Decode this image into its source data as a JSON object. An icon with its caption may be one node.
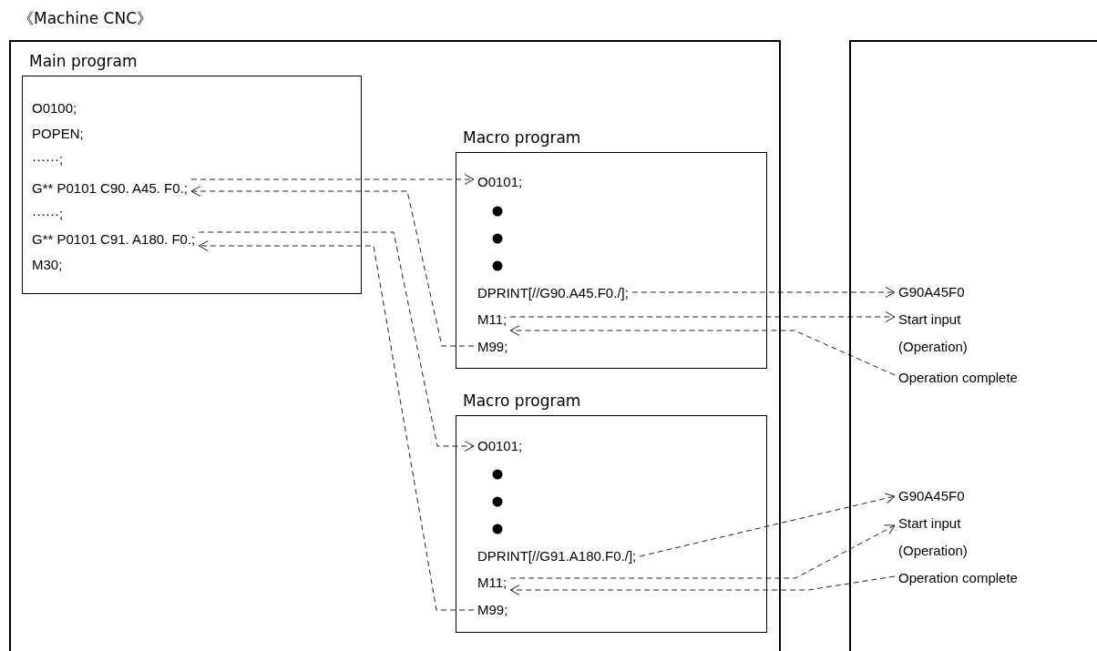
{
  "diagram": {
    "nodes": [
      {
        "text": [
          "《Machine CNC》"
        ]
      },
      {
        "text": [],
        "shape": "box"
      },
      {
        "text": [
          "Main program"
        ],
        "in": 0
      },
      {
        "text": [
          "O0100;"
        ],
        "in": 2
      },
      {
        "text": [
          "POPEN;"
        ],
        "in": 2
      },
      {
        "text": [
          "······;"
        ],
        "in": 2
      },
      {
        "text": [
          "G** P0101 C90. A45. F0.;"
        ],
        "in": 2
      },
      {
        "text": [
          "······;"
        ],
        "in": 2
      },
      {
        "text": [
          "G** P0101 C91. A180. F0.;"
        ],
        "in": 2
      },
      {
        "text": [
          "M30;"
        ],
        "in": 2
      },
      {
        "text": [
          "Macro program"
        ],
        "in": 0
      },
      {
        "text": [
          "O0101;"
        ],
        "in": 10
      },
      {
        "text": [
          "DPRINT[//G90.A45.F0./];"
        ],
        "in": 10
      },
      {
        "text": [
          "M11;"
        ],
        "in": 10
      },
      {
        "text": [
          "M99;"
        ],
        "in": 10
      },
      {
        "text": [
          "Macro program"
        ],
        "in": 0
      },
      {
        "text": [
          "O0101;"
        ],
        "in": 15
      },
      {
        "text": [
          "DPRINT[//G91.A180.F0./];"
        ],
        "in": 15
      },
      {
        "text": [
          "M11;"
        ],
        "in": 15
      },
      {
        "text": [
          "M99;"
        ],
        "in": 15
      },
      {
        "text": [
          "G90A45F0"
        ],
        "in": 1
      },
      {
        "text": [
          "Start input (Operation)"
        ],
        "in": 1
      },
      {
        "text": [
          "Operation complete"
        ],
        "in": 1
      },
      {
        "text": [
          "G90A45F0"
        ],
        "in": 1
      },
      {
        "text": [
          "Start input (Operation)"
        ],
        "in": 1
      },
      {
        "text": [
          "Operation complete"
        ],
        "in": 1
      }
    ],
    "edges": [
      {
        "from": 6,
        "to": 11,
        "arrow": "to",
        "style": "dashed"
      },
      {
        "from": 14,
        "to": 6,
        "arrow": "to",
        "style": "dashed"
      },
      {
        "from": 8,
        "to": 16,
        "arrow": "to",
        "style": "dashed"
      },
      {
        "from": 19,
        "to": 8,
        "arrow": "to",
        "style": "dashed"
      },
      {
        "from": 12,
        "to": 20,
        "arrow": "to",
        "style": "dashed"
      },
      {
        "from": 13,
        "to": 21,
        "arrow": "to",
        "style": "dashed"
      },
      {
        "from": 22,
        "to": 13,
        "arrow": "to",
        "style": "dashed"
      },
      {
        "from": 17,
        "to": 23,
        "arrow": "to",
        "style": "dashed"
      },
      {
        "from": 18,
        "to": 24,
        "arrow": "to",
        "style": "dashed"
      },
      {
        "from": 25,
        "to": 18,
        "arrow": "to",
        "style": "dashed"
      }
    ]
  }
}
